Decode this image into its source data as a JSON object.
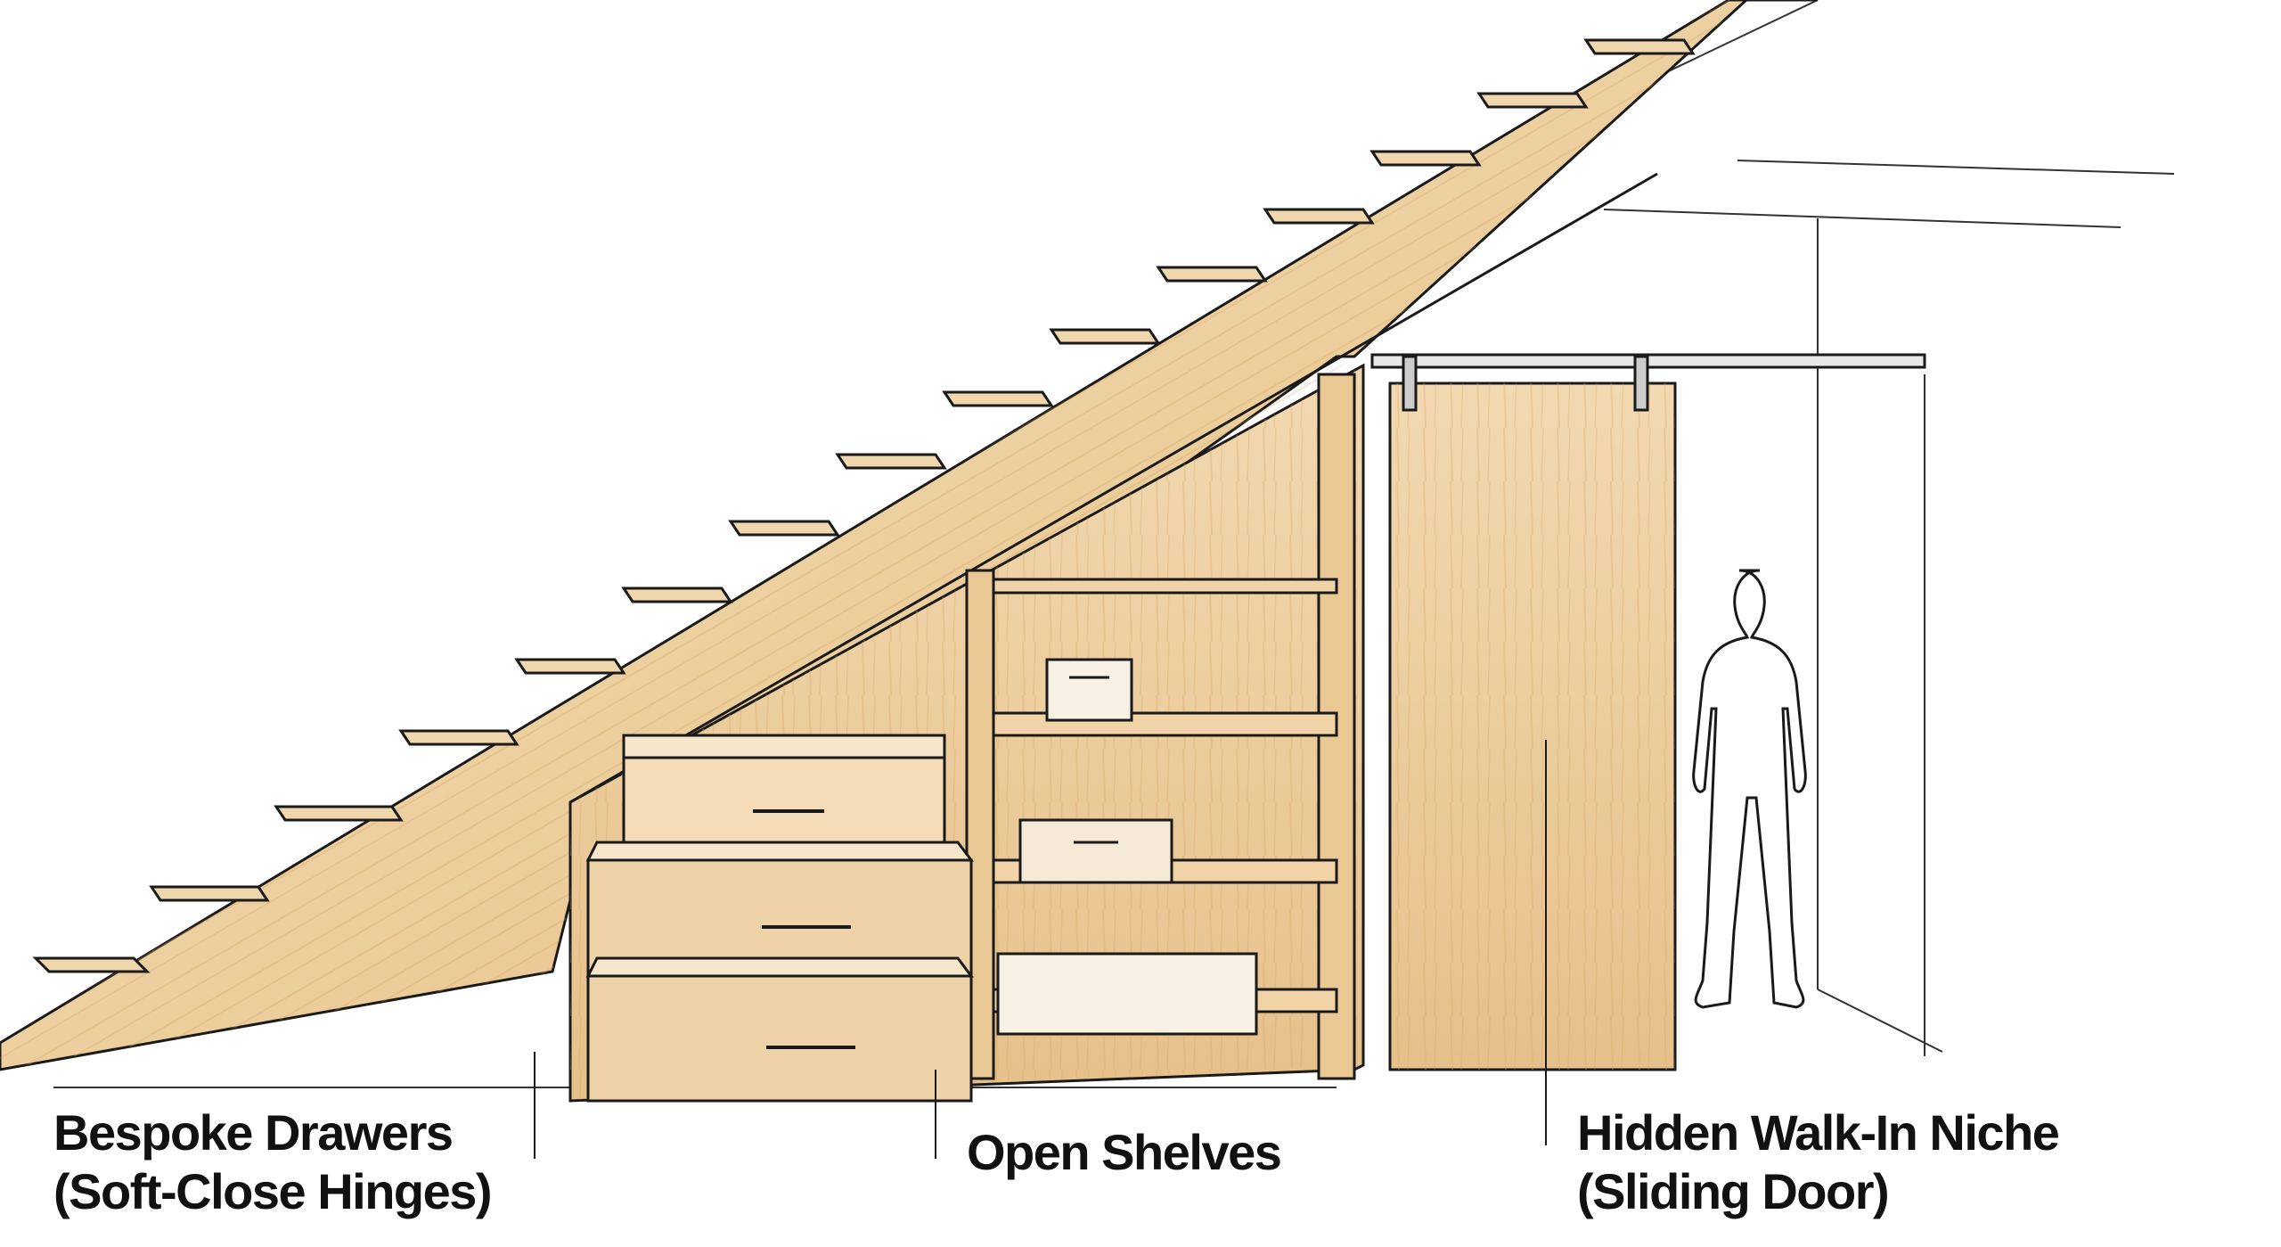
{
  "labels": {
    "drawers": {
      "line1": "Bespoke Drawers",
      "line2": "(Soft-Close Hinges)"
    },
    "shelves": {
      "line1": "Open Shelves"
    },
    "niche": {
      "line1": "Hidden Walk-In Niche",
      "line2": "(Sliding Door)"
    }
  },
  "colors": {
    "wood_light": "#f3dcb8",
    "wood_mid": "#e8c48f",
    "wood_dark": "#d9a866",
    "ink": "#1a1a1a",
    "paper": "#ffffff"
  }
}
